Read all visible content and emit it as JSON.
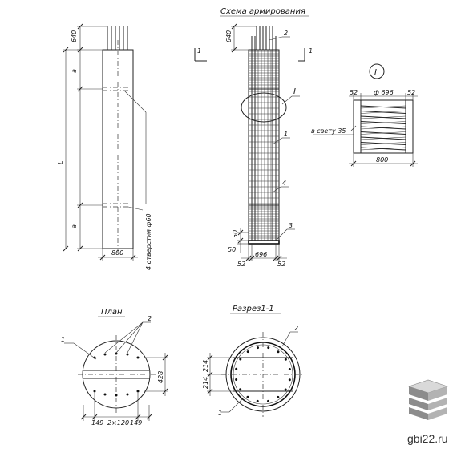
{
  "titles": {
    "reinforcement_scheme": "Схема армирования",
    "plan": "План",
    "section": "Разрез1-1"
  },
  "left_view": {
    "dim_top": "640",
    "dim_a_top": "a",
    "dim_L": "L",
    "dim_a_bottom": "a",
    "dim_width": "800",
    "holes_note": "4 отверстия ф60"
  },
  "middle_view": {
    "dim_top": "640",
    "section_mark_left": "1",
    "section_mark_right": "1",
    "callout_2": "2",
    "callout_I": "I",
    "callout_1": "1",
    "callout_4": "4",
    "callout_3": "3",
    "dim_50a": "50",
    "dim_50b": "50",
    "dim_52_left": "52",
    "dim_696": "696",
    "dim_52_right": "52"
  },
  "detail_I": {
    "label": "I",
    "dim_52_left": "52",
    "dim_d696": "ф 696",
    "dim_52_right": "52",
    "clear_note": "в свету 35",
    "dim_800": "800"
  },
  "plan_view": {
    "callout_1": "1",
    "callout_2": "2",
    "dim_428": "428",
    "dim_149_left": "149",
    "dim_2x120": "2×120",
    "dim_149_right": "149"
  },
  "section_view": {
    "callout_2": "2",
    "callout_1": "1",
    "dim_214_top": "214",
    "dim_214_bottom": "214"
  },
  "watermark": {
    "text": "gbi22.ru"
  }
}
